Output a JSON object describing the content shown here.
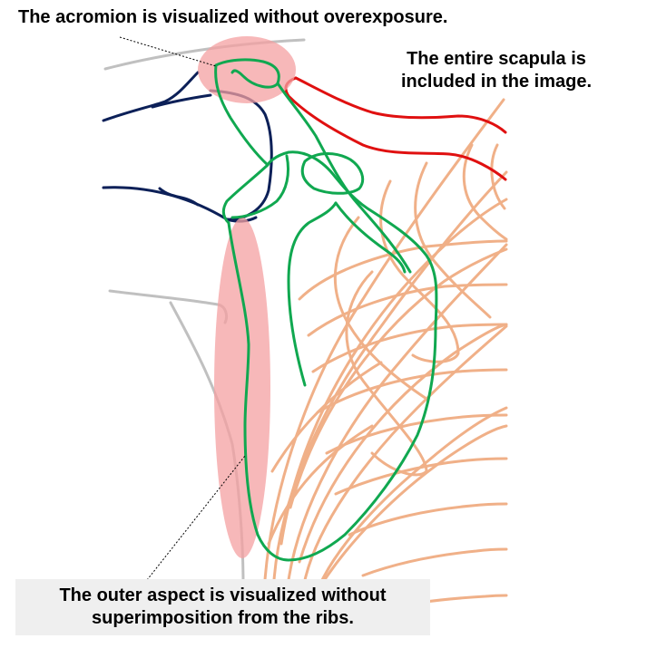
{
  "annotations": {
    "acromion": "The acromion is visualized without overexposure.",
    "scapula": "The entire scapula is included in the image.",
    "outer_aspect": "The outer aspect is visualized without superimposition from the ribs."
  },
  "colors": {
    "highlight": "#f4a0a2",
    "scapula_outline": "#10a850",
    "clavicle": "#e01010",
    "humerus": "#0c2058",
    "ribs": "#f0b088",
    "soft_tissue": "#c0c0c0",
    "leader_line": "#000000",
    "label_box": "#efefef"
  }
}
